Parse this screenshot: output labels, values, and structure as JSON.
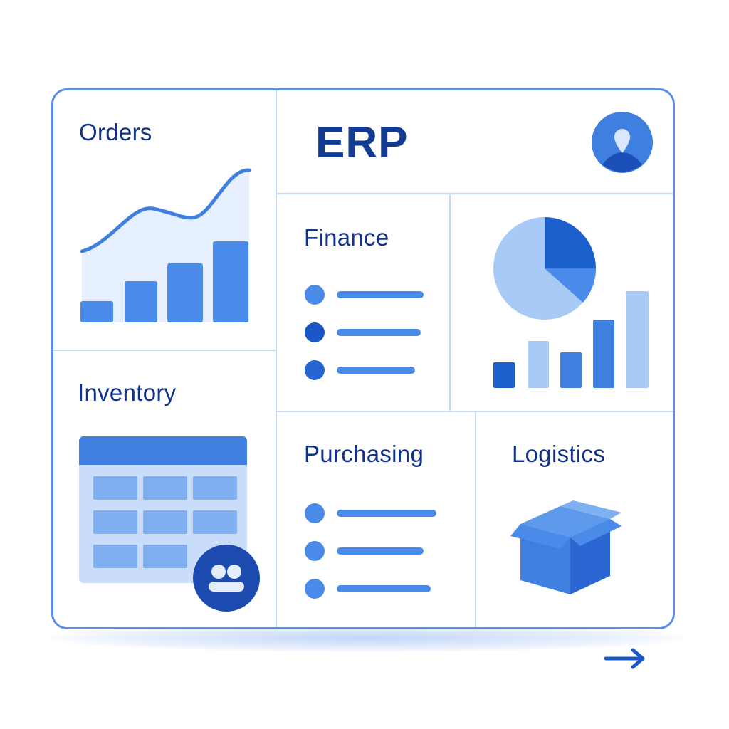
{
  "app": {
    "title": "ERP"
  },
  "modules": {
    "orders": {
      "label": "Orders"
    },
    "finance": {
      "label": "Finance"
    },
    "inventory": {
      "label": "Inventory"
    },
    "purchasing": {
      "label": "Purchasing"
    },
    "logistics": {
      "label": "Logistics"
    }
  },
  "icons": {
    "user": "user-avatar-icon",
    "team": "team-icon",
    "box": "shipping-box-icon",
    "arrow": "arrow-right-icon"
  },
  "colors": {
    "frame": "#5b8fe6",
    "accent": "#3f7fe0",
    "dark": "#1a58c8",
    "light": "#a9c9f6",
    "text": "#11328a"
  }
}
